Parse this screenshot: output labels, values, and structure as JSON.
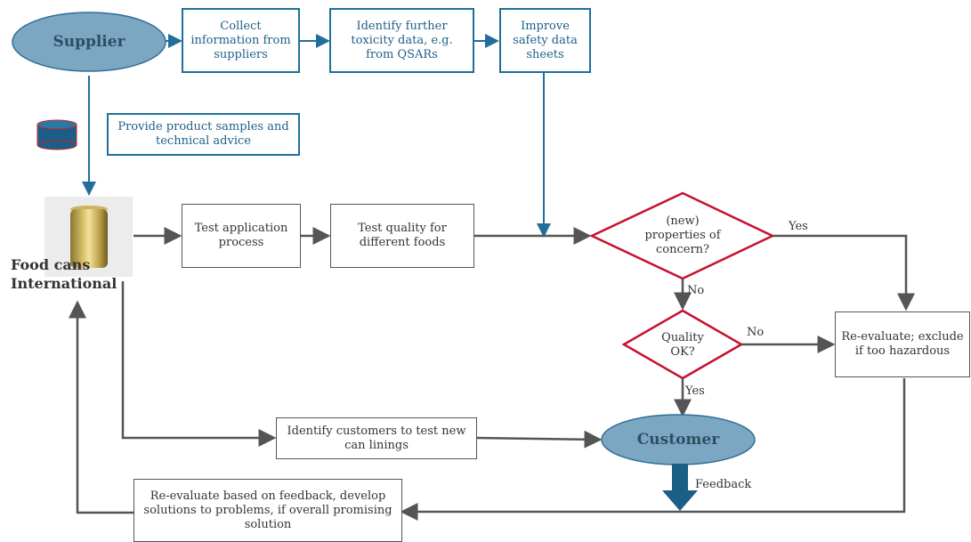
{
  "nodes": {
    "supplier": "Supplier",
    "collect": "Collect\ninformation from\nsuppliers",
    "identify_tox": "Identify further\ntoxicity data, e.g.\nfrom QSARs",
    "improve": "Improve\nsafety data\nsheets",
    "provide": "Provide product samples and\ntechnical advice",
    "food_cans": "Food cans\nInternational",
    "test_app": "Test application\nprocess",
    "test_quality": "Test quality for\ndifferent foods",
    "properties": "(new)\nproperties of\nconcern?",
    "quality_ok": "Quality\nOK?",
    "reevaluate_exclude": "Re-evaluate; exclude\nif too hazardous",
    "identify_customers": "Identify customers to test new\ncan linings",
    "customer": "Customer",
    "reevaluate_feedback": "Re-evaluate based on feedback, develop\nsolutions to problems, if overall promising\nsolution"
  },
  "edge_labels": {
    "yes_properties": "Yes",
    "no_properties": "No",
    "no_quality": "No",
    "yes_quality": "Yes",
    "feedback": "Feedback"
  },
  "colors": {
    "ellipse_fill": "#7ba7c2",
    "blue_border": "#1f6f9a",
    "diamond_border": "#c8102e",
    "arrow_blue": "#1f6f9a",
    "arrow_grey": "#555555",
    "database_icon": "#1b5e86"
  },
  "icons": {
    "database": "database-icon",
    "can_image": "food-can-image",
    "feedback_arrow": "down-arrow-icon"
  }
}
